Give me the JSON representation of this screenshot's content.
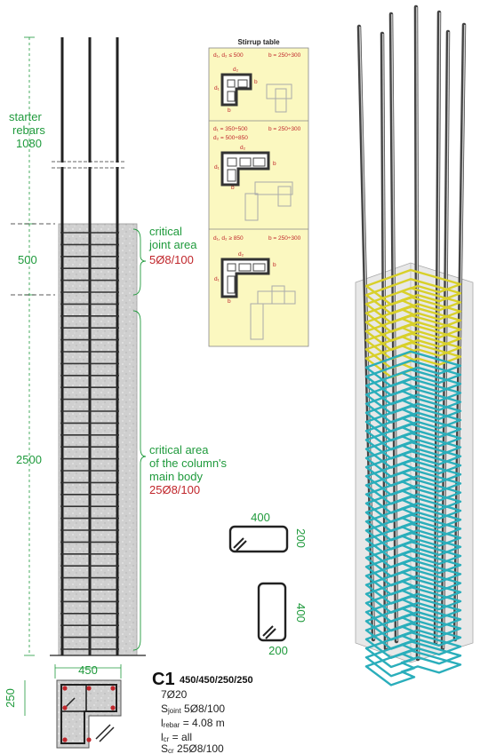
{
  "left": {
    "starter": {
      "line1": "starter",
      "line2": "rebars",
      "value": "1080"
    },
    "joint_dim": "500",
    "joint": {
      "line1": "critical",
      "line2": "joint area",
      "spec": "5Ø8/100"
    },
    "body_dim": "2500",
    "body": {
      "line1": "critical area",
      "line2": "of the column's",
      "line3": "main body",
      "spec": "25Ø8/100"
    }
  },
  "table": {
    "title": "Stirrup table",
    "rows": [
      {
        "cond1": "d₁, d₂ ≤ 500",
        "cond2": "",
        "b": "b = 250÷300"
      },
      {
        "cond1": "d₁ = 350÷500",
        "cond2": "d₂ = 500÷850",
        "b": "b = 250÷300"
      },
      {
        "cond1": "d₁, d₂ ≥ 850",
        "cond2": "",
        "b": "b = 250÷300"
      }
    ],
    "labels": {
      "d1": "d₁",
      "d2": "d₂",
      "b": "b"
    }
  },
  "stirrups": {
    "s1_w": "400",
    "s1_h": "200",
    "s2_w": "200",
    "s2_h": "400"
  },
  "section": {
    "w": "450",
    "h": "250"
  },
  "spec": {
    "name": "C1",
    "dims": "450/450/250/250",
    "rebars": "7Ø20",
    "sjoint_main": "S",
    "sjoint_sub": "joint",
    "sjoint_val": " 5Ø8/100",
    "lrebar_main": "l",
    "lrebar_sub": "rebar",
    "lrebar_val": " = 4.08 m",
    "lcr_main": "l",
    "lcr_sub": "cr",
    "lcr_val": " = all",
    "scr_main": "S",
    "scr_sub": "cr",
    "scr_val": " 25Ø8/100"
  },
  "colors": {
    "dim": "#1f9a3c",
    "red": "#c0262b",
    "table_bg": "#fbf8c0",
    "yellow": "#d8d02a",
    "cyan": "#2aaebb"
  }
}
